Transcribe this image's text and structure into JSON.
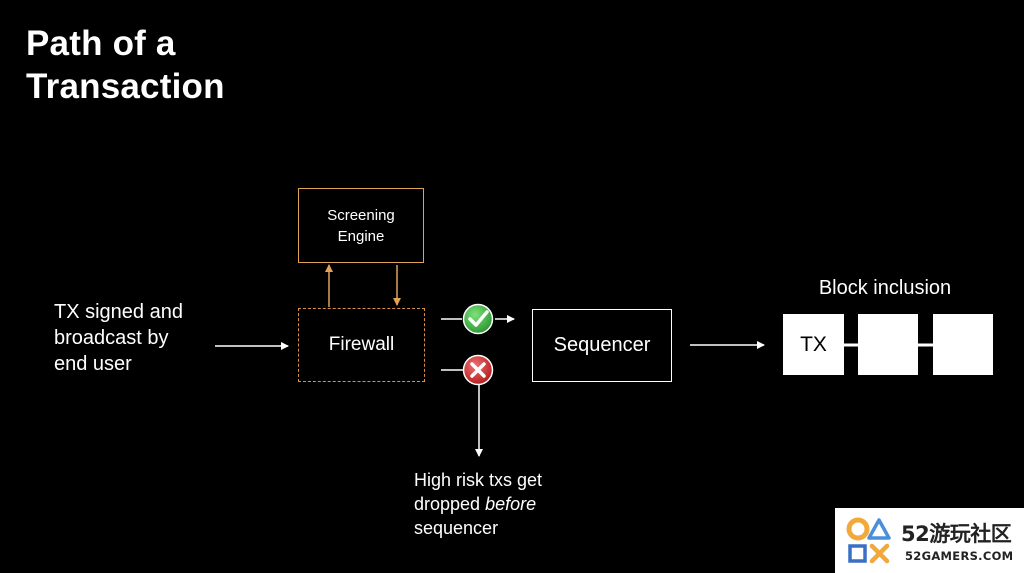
{
  "slide": {
    "title_line1": "Path of a",
    "title_line2": "Transaction"
  },
  "input": {
    "line1": "TX signed and",
    "line2": "broadcast by",
    "line3": "end user"
  },
  "screening": {
    "line1": "Screening",
    "line2": "Engine"
  },
  "firewall": {
    "label": "Firewall"
  },
  "sequencer": {
    "label": "Sequencer"
  },
  "block": {
    "title": "Block inclusion",
    "tx_label": "TX"
  },
  "dropped": {
    "line1": "High risk txs get",
    "line2_prefix": "dropped ",
    "line2_emphasis": "before",
    "line3": "sequencer"
  },
  "colors": {
    "background": "#000000",
    "text": "#ffffff",
    "firewall_border": "#d9914a",
    "screening_border": "#e0a257",
    "accept_green": "#3cb043",
    "reject_red": "#d23a3a"
  },
  "icons": {
    "accept": "checkmark-circle-icon",
    "reject": "x-circle-icon"
  },
  "watermark": {
    "brand_cn": "52游玩社区",
    "brand_en": "52GAMERS.COM"
  }
}
